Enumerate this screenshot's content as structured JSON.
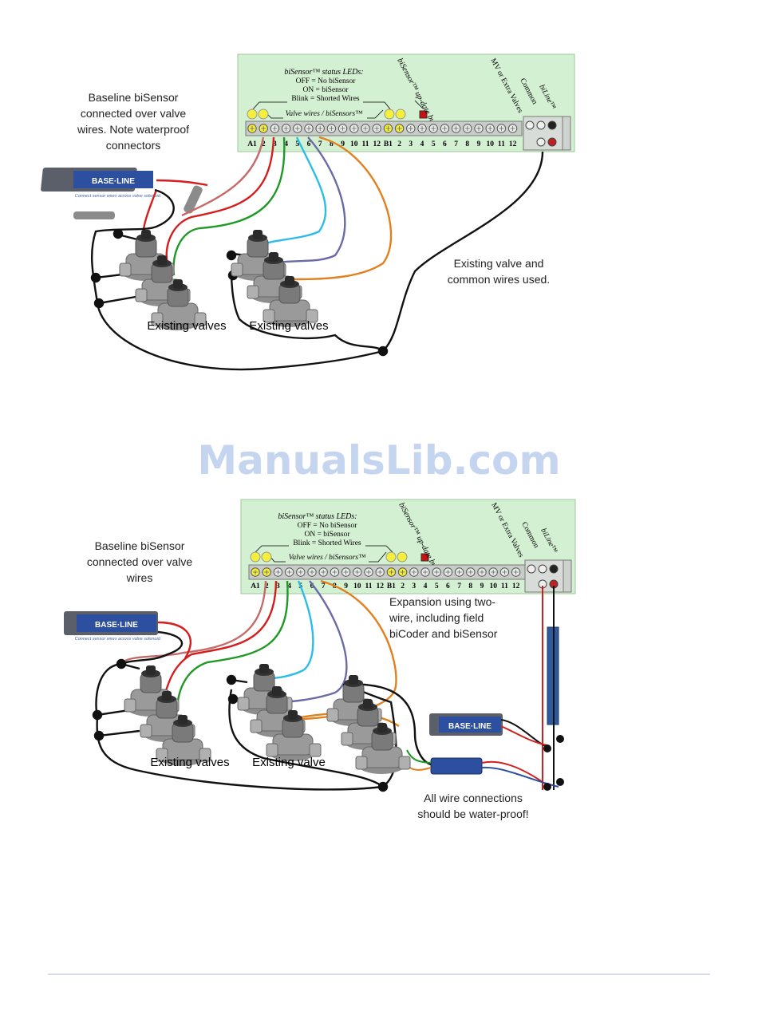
{
  "colors": {
    "panel": "#d4f0d2",
    "led": "#f4ef3a",
    "update_button": "#cc1010",
    "watermark": "#c5d5ef",
    "wire_red": "#d41e1e",
    "wire_pink": "#c46a6a",
    "wire_green": "#1e9a24",
    "wire_cyan": "#2bbde6",
    "wire_purple": "#6a6aa6",
    "wire_orange": "#e0801e",
    "wire_black": "#111111",
    "bisensor_blue": "#2d4fa0"
  },
  "panel_text": {
    "status_title": "biSensor™ status LEDs:",
    "status_off": "OFF = No biSensor",
    "status_on": "ON = biSensor",
    "status_blink": "Blink = Shorted Wires",
    "valve_wires": "Valve wires / biSensors™",
    "update_button": "biSensor™ up-date button",
    "mv_label": "MV or Extra Valves",
    "common_label": "Common",
    "biline_label": "biLine™",
    "terminals": [
      "A1",
      "2",
      "3",
      "4",
      "5",
      "6",
      "7",
      "8",
      "9",
      "10",
      "11",
      "12",
      "B1",
      "2",
      "3",
      "4",
      "5",
      "6",
      "7",
      "8",
      "9",
      "10",
      "11",
      "12"
    ]
  },
  "bisensor_text": {
    "brand": "BASE·LINE",
    "caption": "Connect sensor wires across valve solenoid."
  },
  "diagram1": {
    "note_bisensor": "Baseline biSensor\nconnected over valve\nwires.  Note waterproof\nconnectors",
    "valves_left": "Existing valves",
    "valves_right": "Existing valves",
    "note_common": "Existing valve and\ncommon wires used."
  },
  "watermark": "ManualsLib.com",
  "diagram2": {
    "note_bisensor": "Baseline biSensor\nconnected over valve\nwires",
    "note_expansion": "Expansion using two-\nwire, including field\nbiCoder and biSensor",
    "valves_left": "Existing valves",
    "valves_right": "Existing valve",
    "note_waterproof": "All wire connections\nshould be water-proof!"
  }
}
